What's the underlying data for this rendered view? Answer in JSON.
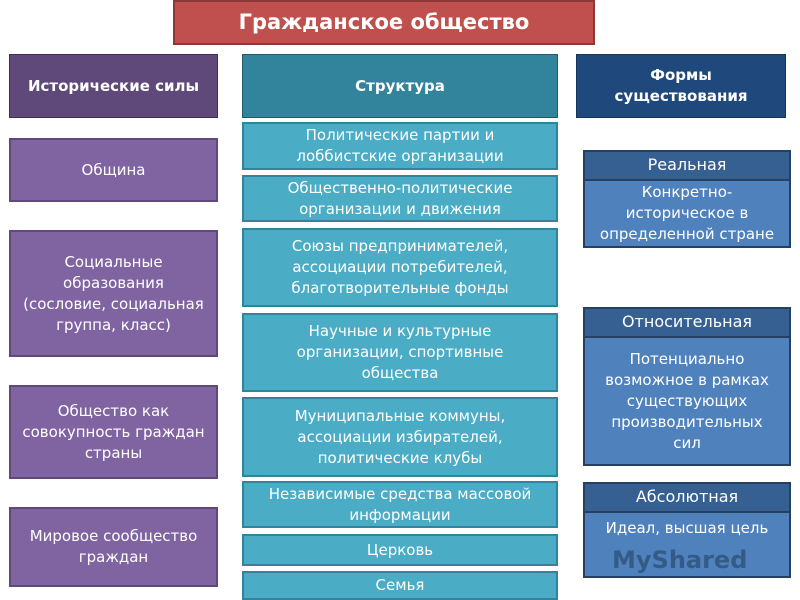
{
  "title": "Гражданское общество",
  "columns": {
    "historical": {
      "header": "Исторические силы",
      "items": [
        "Община",
        "Социальные образования (сословие, социальная группа, класс)",
        "Общество как совокупность граждан страны",
        "Мировое сообщество граждан"
      ]
    },
    "structure": {
      "header": "Структура",
      "items": [
        "Политические партии и лоббистские организации",
        "Общественно-политические организации и движения",
        "Союзы предпринимателей, ассоциации потребителей, благотворительные фонды",
        "Научные и культурные организации, спортивные общества",
        "Муниципальные коммуны, ассоциации избирателей, политические клубы",
        "Независимые средства массовой информации",
        "Церковь",
        "Семья"
      ]
    },
    "forms": {
      "header": "Формы существования",
      "items": [
        {
          "name": "Реальная",
          "desc": "Конкретно-историческое в определенной стране"
        },
        {
          "name": "Относительная",
          "desc": "Потенциально возможное в рамках существующих производительных сил"
        },
        {
          "name": "Абсолютная",
          "desc": "Идеал, высшая цель"
        }
      ]
    }
  },
  "watermark": "MyShared",
  "colors": {
    "title": "#c0504d",
    "historical": "#8064a2",
    "structure": "#4bacc6",
    "forms": "#4f81bd"
  }
}
